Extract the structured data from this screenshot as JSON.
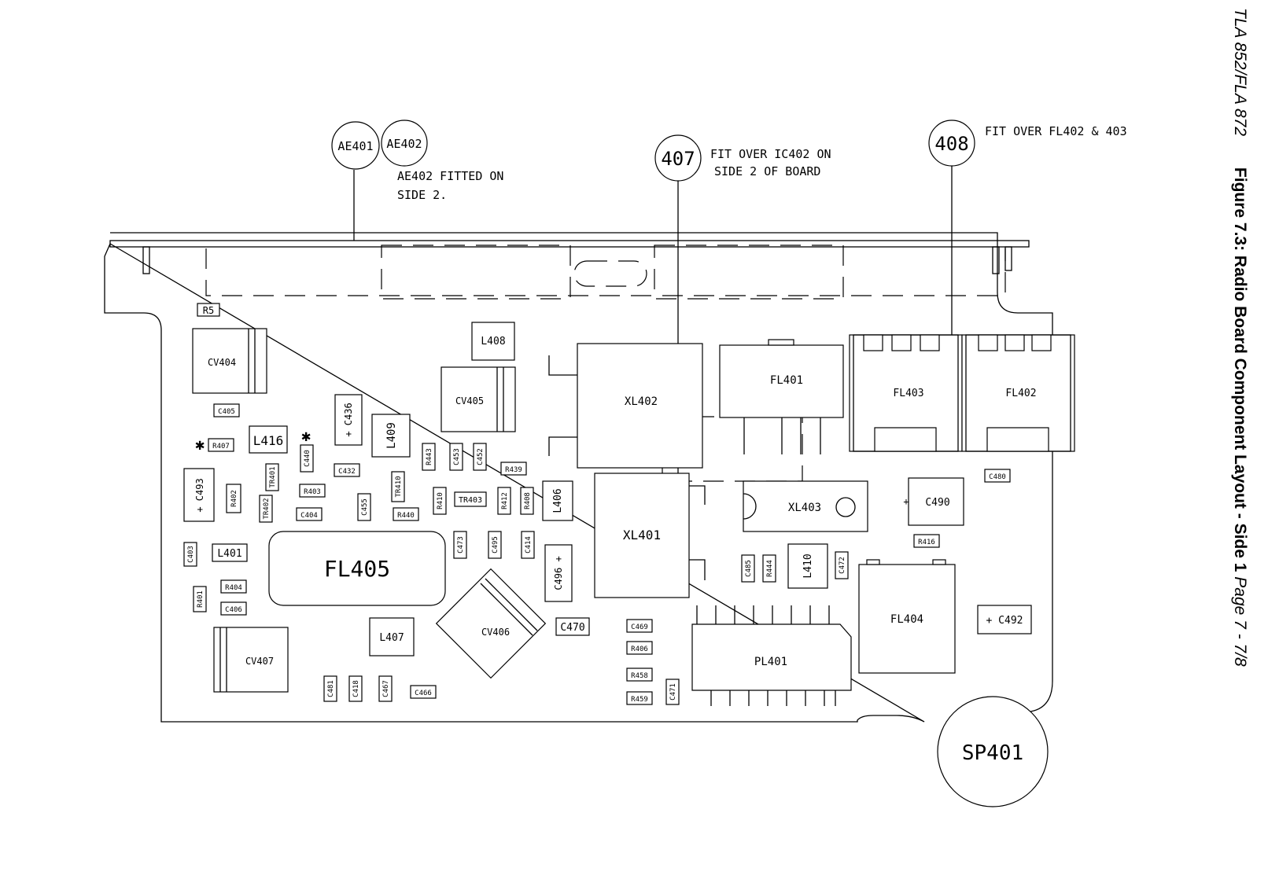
{
  "header": {
    "doc_ref": "TLA 852/FLA 872",
    "figure": "Figure 7.3: Radio Board Component Layout - Side 1",
    "page": "Page 7 - 7/8"
  },
  "callouts": {
    "ae401": "AE401",
    "ae402": "AE402",
    "ae402_note_1": "AE402 FITTED ON",
    "ae402_note_2": "SIDE 2.",
    "c407": "407",
    "c407_note_1": "FIT OVER IC402 ON",
    "c407_note_2": "SIDE 2 OF BOARD",
    "c408": "408",
    "c408_note": "FIT OVER FL402 & 403"
  },
  "components": {
    "r5": "R5",
    "cv404": "CV404",
    "c405": "C405",
    "r407": "R407",
    "l416": "L416",
    "c440": "C440",
    "c436": "+ C436",
    "l409": "L409",
    "l408": "L408",
    "cv405": "CV405",
    "xl402": "XL402",
    "fl401": "FL401",
    "fl403": "FL403",
    "fl402": "FL402",
    "c493": "+ C493",
    "r402": "R402",
    "tr401": "TR401",
    "tr402": "TR402",
    "r403": "R403",
    "c432": "C432",
    "c455": "C455",
    "tr410": "TR410",
    "r440": "R440",
    "c404": "C404",
    "r443": "R443",
    "c453": "C453",
    "c452": "C452",
    "r439": "R439",
    "r410": "R410",
    "tr403": "TR403",
    "r412": "R412",
    "r408": "R408",
    "l406": "L406",
    "xl401": "XL401",
    "xl403": "XL403",
    "c490": "C490",
    "c480": "C480",
    "r416": "R416",
    "c403": "C403",
    "l401": "L401",
    "fl405": "FL405",
    "c473": "C473",
    "c495": "C495",
    "c414": "C414",
    "c496": "C496 +",
    "c485": "C485",
    "r444": "R444",
    "l410": "L410",
    "c472": "C472",
    "fl404": "FL404",
    "c492": "+ C492",
    "r404": "R404",
    "r401": "R401",
    "c406": "C406",
    "cv406": "CV406",
    "c470": "C470",
    "c469": "C469",
    "r406": "R406",
    "r458": "R458",
    "r459": "R459",
    "c471": "C471",
    "pl401": "PL401",
    "cv407": "CV407",
    "l407": "L407",
    "c481": "C481",
    "c418": "C418",
    "c467": "C467",
    "c466": "C466",
    "sp401": "SP401"
  }
}
